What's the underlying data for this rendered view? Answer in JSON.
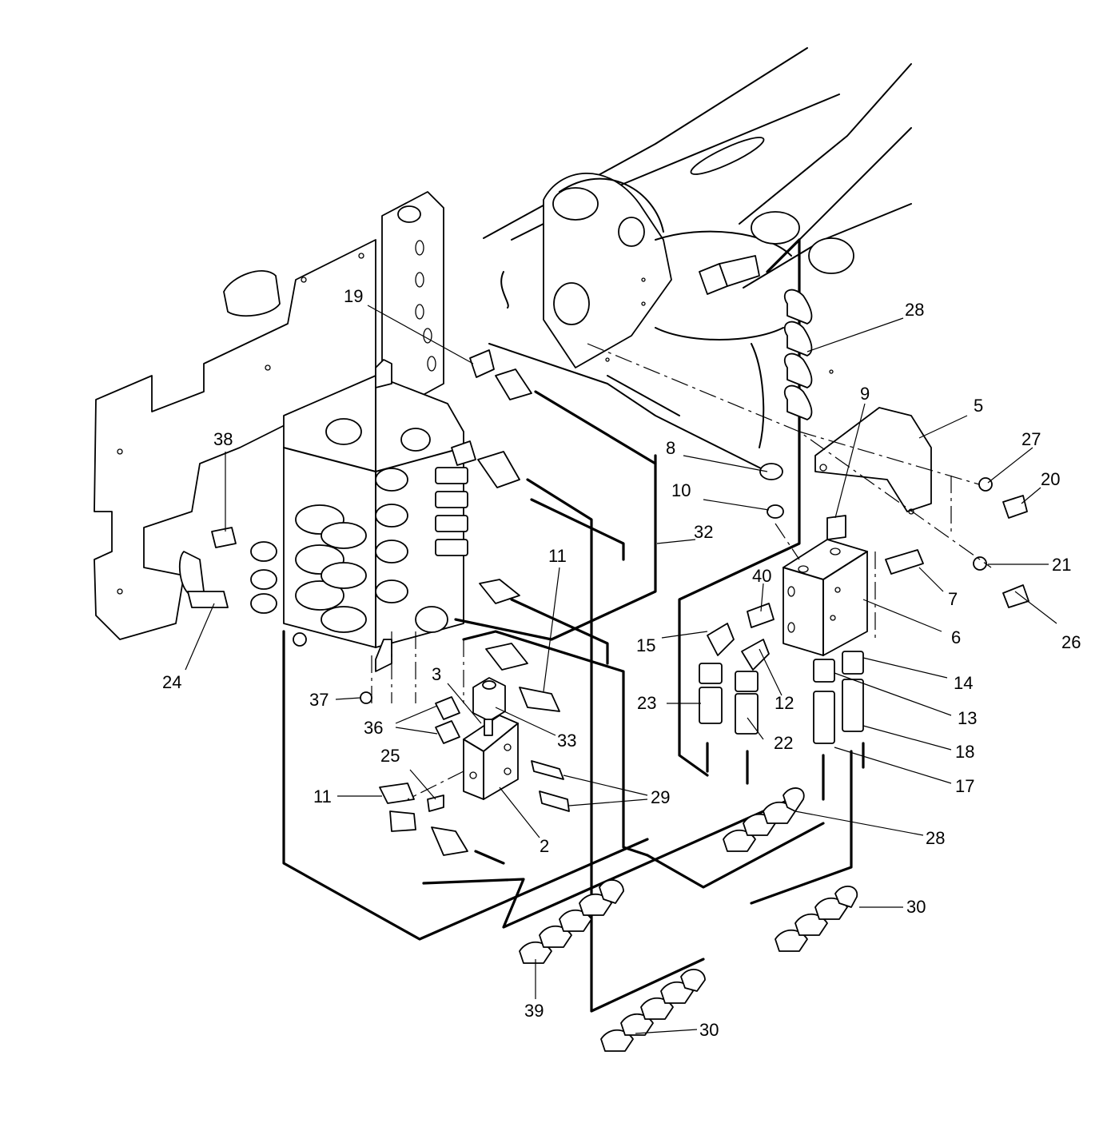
{
  "callouts": [
    {
      "id": "c1",
      "label": "19"
    },
    {
      "id": "c2",
      "label": "28"
    },
    {
      "id": "c3",
      "label": "9"
    },
    {
      "id": "c4",
      "label": "5"
    },
    {
      "id": "c5",
      "label": "27"
    },
    {
      "id": "c6",
      "label": "20"
    },
    {
      "id": "c7",
      "label": "8"
    },
    {
      "id": "c8",
      "label": "10"
    },
    {
      "id": "c9",
      "label": "32"
    },
    {
      "id": "c10",
      "label": "38"
    },
    {
      "id": "c11",
      "label": "11"
    },
    {
      "id": "c12",
      "label": "40"
    },
    {
      "id": "c13",
      "label": "21"
    },
    {
      "id": "c14",
      "label": "7"
    },
    {
      "id": "c15",
      "label": "15"
    },
    {
      "id": "c16",
      "label": "6"
    },
    {
      "id": "c17",
      "label": "26"
    },
    {
      "id": "c18",
      "label": "24"
    },
    {
      "id": "c19",
      "label": "14"
    },
    {
      "id": "c20",
      "label": "3"
    },
    {
      "id": "c21",
      "label": "37"
    },
    {
      "id": "c22",
      "label": "23"
    },
    {
      "id": "c23",
      "label": "12"
    },
    {
      "id": "c24",
      "label": "13"
    },
    {
      "id": "c25",
      "label": "36"
    },
    {
      "id": "c26",
      "label": "33"
    },
    {
      "id": "c27",
      "label": "22"
    },
    {
      "id": "c28",
      "label": "18"
    },
    {
      "id": "c29",
      "label": "25"
    },
    {
      "id": "c30",
      "label": "17"
    },
    {
      "id": "c31",
      "label": "11"
    },
    {
      "id": "c32",
      "label": "29"
    },
    {
      "id": "c33",
      "label": "28"
    },
    {
      "id": "c34",
      "label": "2"
    },
    {
      "id": "c35",
      "label": "30"
    },
    {
      "id": "c36",
      "label": "39"
    },
    {
      "id": "c37",
      "label": "30"
    }
  ]
}
